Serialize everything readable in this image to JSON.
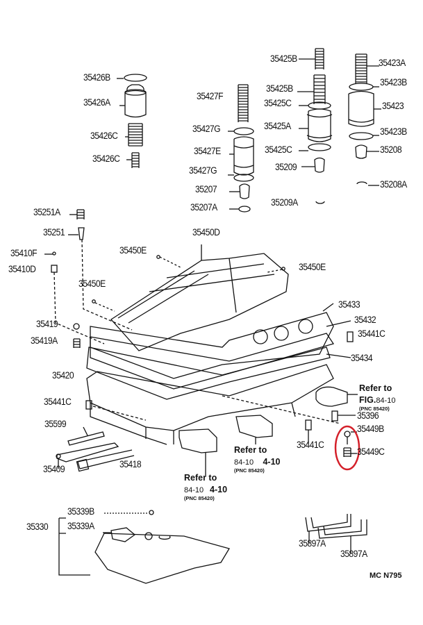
{
  "diagram": {
    "callouts": [
      {
        "id": "35426B",
        "label": "35426B"
      },
      {
        "id": "35426A",
        "label": "35426A"
      },
      {
        "id": "35426C-1",
        "label": "35426C"
      },
      {
        "id": "35426C-2",
        "label": "35426C"
      },
      {
        "id": "35427F",
        "label": "35427F"
      },
      {
        "id": "35427G-1",
        "label": "35427G"
      },
      {
        "id": "35427E",
        "label": "35427E"
      },
      {
        "id": "35427G-2",
        "label": "35427G"
      },
      {
        "id": "35207",
        "label": "35207"
      },
      {
        "id": "35207A",
        "label": "35207A"
      },
      {
        "id": "35425B-1",
        "label": "35425B"
      },
      {
        "id": "35425B-2",
        "label": "35425B"
      },
      {
        "id": "35425C-1",
        "label": "35425C"
      },
      {
        "id": "35425A",
        "label": "35425A"
      },
      {
        "id": "35425C-2",
        "label": "35425C"
      },
      {
        "id": "35209",
        "label": "35209"
      },
      {
        "id": "35209A",
        "label": "35209A"
      },
      {
        "id": "35423A",
        "label": "35423A"
      },
      {
        "id": "35423B-1",
        "label": "35423B"
      },
      {
        "id": "35423",
        "label": "35423"
      },
      {
        "id": "35423B-2",
        "label": "35423B"
      },
      {
        "id": "35208",
        "label": "35208"
      },
      {
        "id": "35208A",
        "label": "35208A"
      },
      {
        "id": "35251A",
        "label": "35251A"
      },
      {
        "id": "35251",
        "label": "35251"
      },
      {
        "id": "35410F",
        "label": "35410F"
      },
      {
        "id": "35410D",
        "label": "35410D"
      },
      {
        "id": "35450D",
        "label": "35450D"
      },
      {
        "id": "35450E-1",
        "label": "35450E"
      },
      {
        "id": "35450E-2",
        "label": "35450E"
      },
      {
        "id": "35450E-3",
        "label": "35450E"
      },
      {
        "id": "35433",
        "label": "35433"
      },
      {
        "id": "35432",
        "label": "35432"
      },
      {
        "id": "35441C-1",
        "label": "35441C"
      },
      {
        "id": "35419",
        "label": "35419"
      },
      {
        "id": "35419A",
        "label": "35419A"
      },
      {
        "id": "35434",
        "label": "35434"
      },
      {
        "id": "35420",
        "label": "35420"
      },
      {
        "id": "35441C-2",
        "label": "35441C"
      },
      {
        "id": "35396",
        "label": "35396"
      },
      {
        "id": "35599",
        "label": "35599"
      },
      {
        "id": "35449B",
        "label": "35449B"
      },
      {
        "id": "35441C-3",
        "label": "35441C"
      },
      {
        "id": "35449C",
        "label": "35449C"
      },
      {
        "id": "35409",
        "label": "35409"
      },
      {
        "id": "35418",
        "label": "35418"
      },
      {
        "id": "35339B",
        "label": "35339B"
      },
      {
        "id": "35330",
        "label": "35330"
      },
      {
        "id": "35339A",
        "label": "35339A"
      },
      {
        "id": "35897A-1",
        "label": "35897A"
      },
      {
        "id": "35897A-2",
        "label": "35897A"
      }
    ],
    "references": [
      {
        "title": "Refer to",
        "line2_prefix": "FIG.",
        "line2": "84-10",
        "pnc": "(PNC 85420)"
      },
      {
        "title": "Refer to",
        "line2_prefix": "84-10",
        "line2": "4-10",
        "pnc": "(PNC 85420)"
      },
      {
        "title": "Refer to",
        "line2_prefix": "84-10",
        "line2": "4-10",
        "pnc": "(PNC 85420)"
      }
    ],
    "diagram_code": "MC N795",
    "highlight_color": "#d4202a"
  }
}
